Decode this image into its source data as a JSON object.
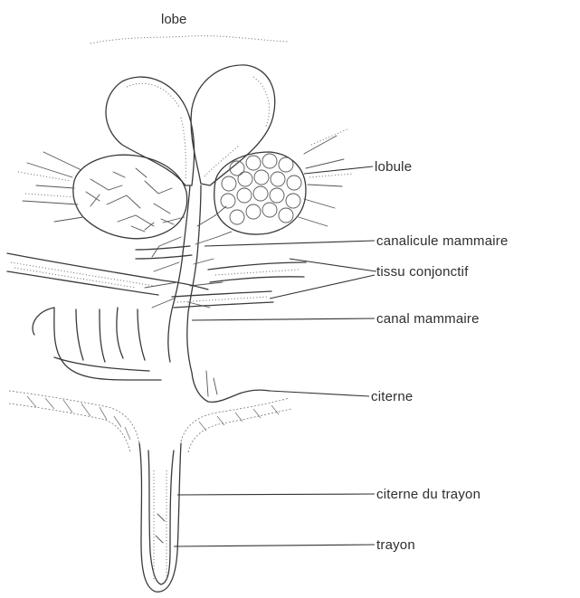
{
  "title": "lobe",
  "labels": {
    "lobule": "lobule",
    "canalicule": "canalicule mammaire",
    "tissu": "tissu conjonctif",
    "canal": "canal mammaire",
    "citerne": "citerne",
    "citerne_trayon": "citerne du trayon",
    "trayon": "trayon"
  }
}
